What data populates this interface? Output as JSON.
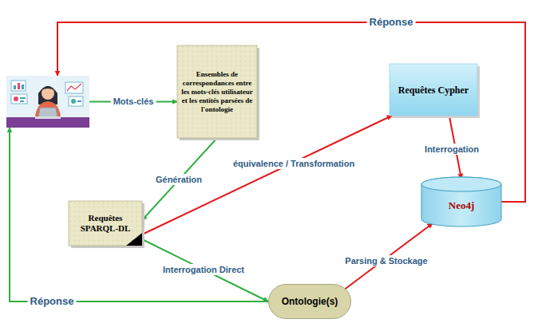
{
  "diagram": {
    "nodes": [
      {
        "text": []
      },
      {
        "text": [
          "Ensembles de correspondances entre les mots-clés utilisateur et les entités parsées de l'ontologie"
        ]
      },
      {
        "text": [
          "Requêtes Cypher"
        ]
      },
      {
        "text": [
          "Requêtes SPARQL-DL"
        ]
      },
      {
        "text": [
          "Neo4j"
        ]
      },
      {
        "text": [
          "Ontologie(s)"
        ]
      }
    ],
    "edges": [
      {
        "from": 0,
        "to": 1,
        "arrow": "to",
        "label": "Mots-clés"
      },
      {
        "from": 1,
        "to": 3,
        "arrow": "to",
        "label": "Génération"
      },
      {
        "from": 3,
        "to": 2,
        "arrow": "to",
        "label": "équivalence / Transformation"
      },
      {
        "from": 2,
        "to": 4,
        "arrow": "to",
        "label": "Interrogation"
      },
      {
        "from": 4,
        "to": 0,
        "arrow": "to",
        "label": "Réponse"
      },
      {
        "from": 3,
        "to": 5,
        "arrow": "to",
        "label": "Interrogation Direct"
      },
      {
        "from": 5,
        "to": 0,
        "arrow": "to",
        "label": "Réponse"
      },
      {
        "from": 5,
        "to": 4,
        "arrow": "to",
        "label": "Parsing & Stockage"
      }
    ]
  }
}
